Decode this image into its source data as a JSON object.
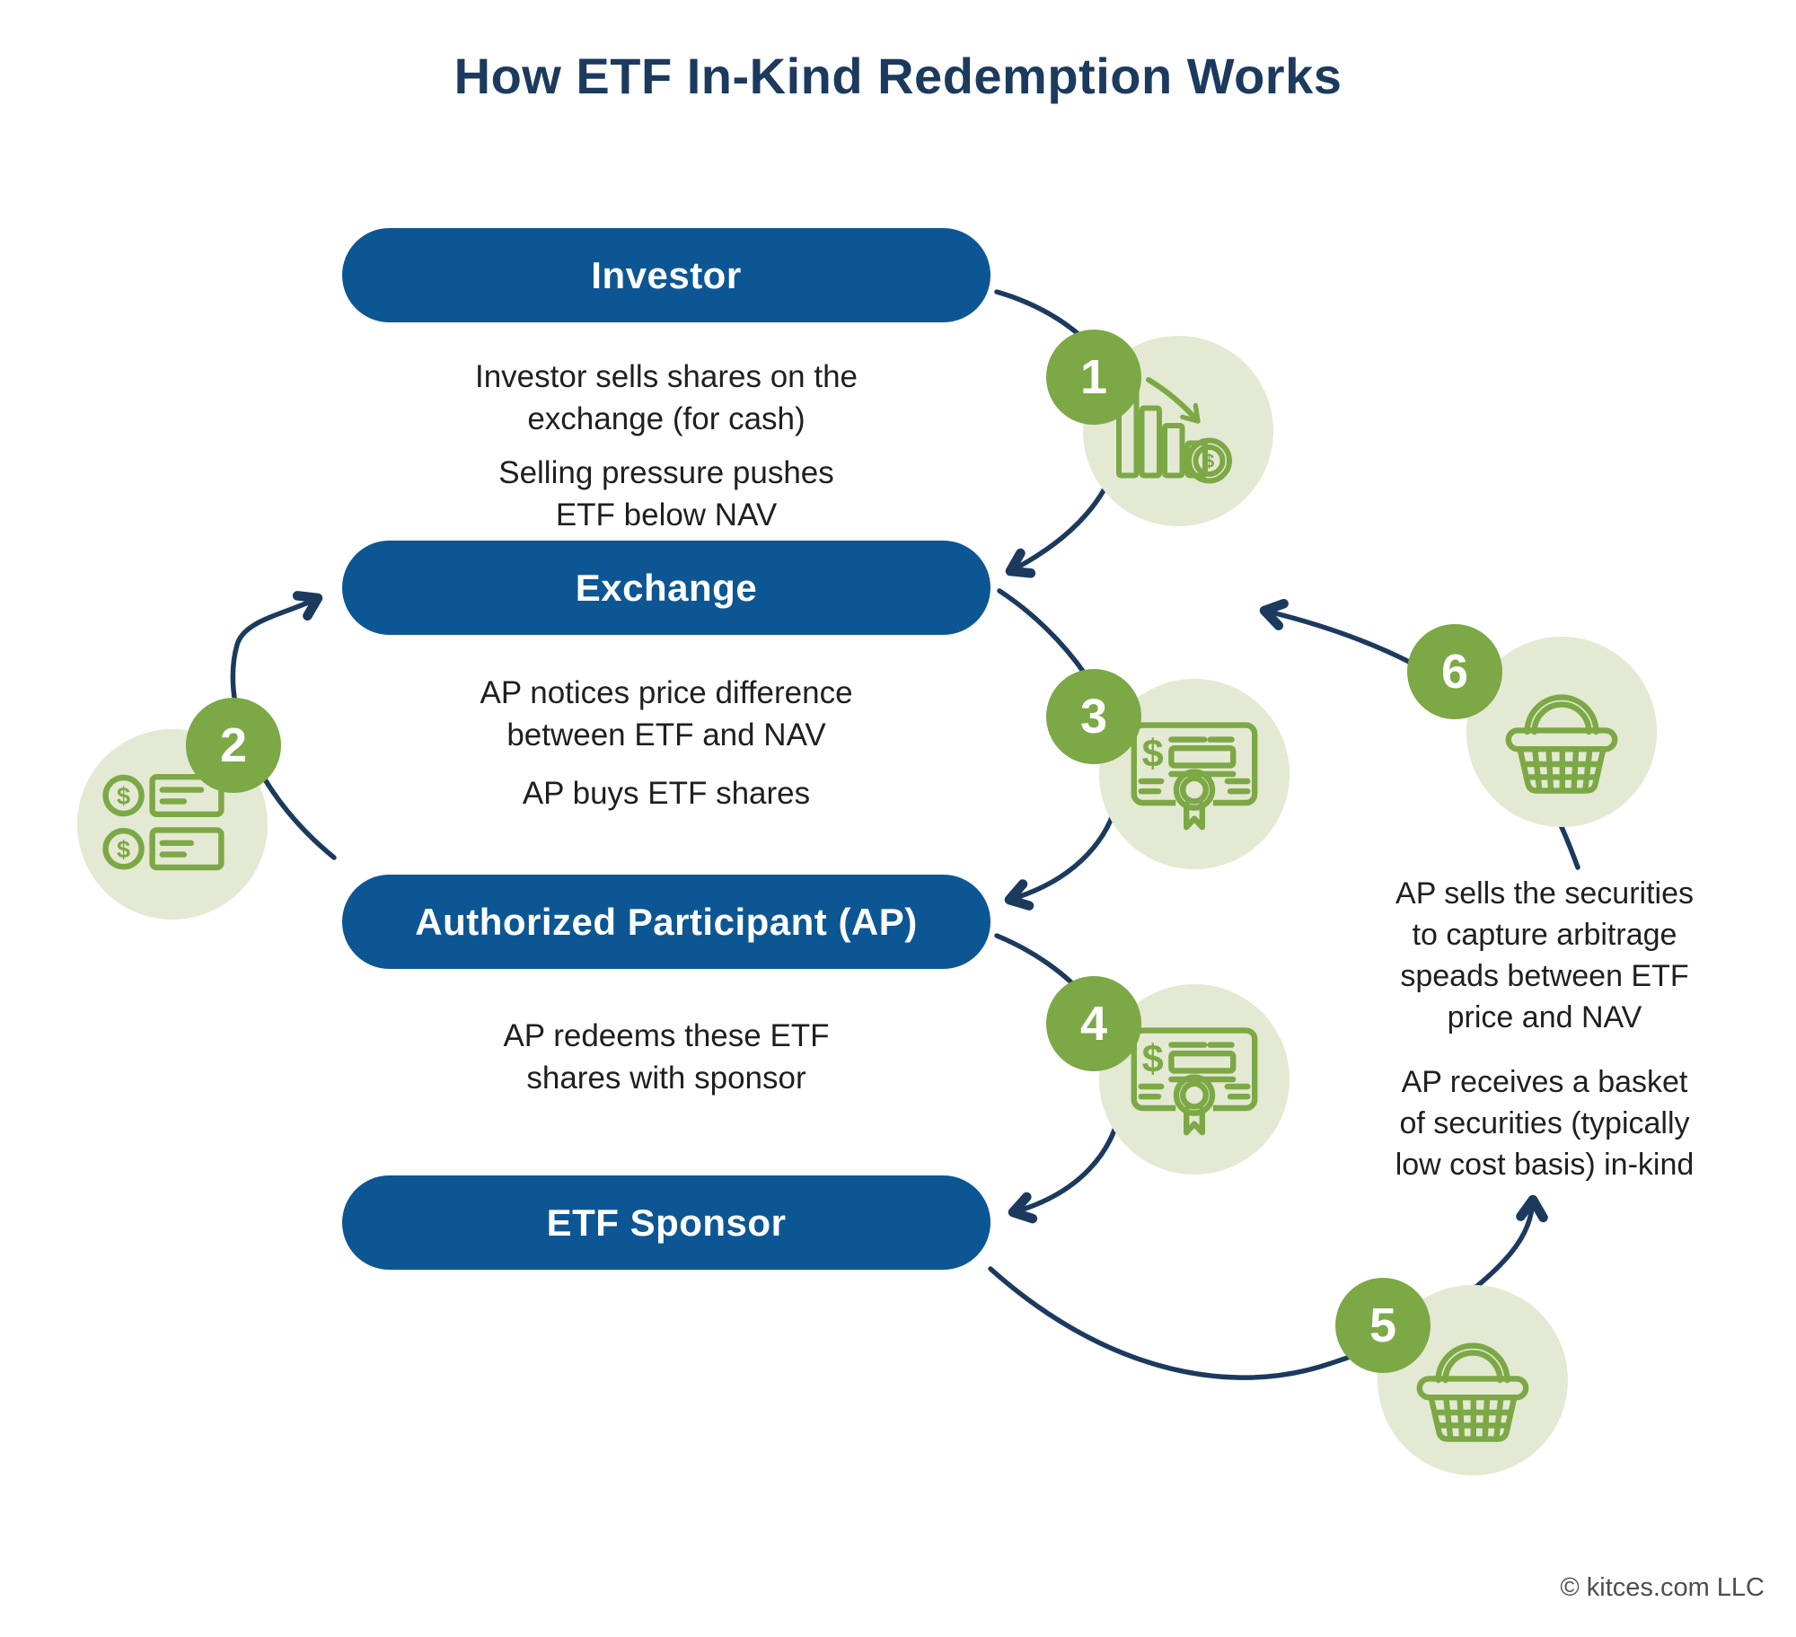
{
  "title": "How ETF In-Kind Redemption Works",
  "colors": {
    "navy": "#1b3a5e",
    "blue": "#0d5694",
    "green": "#7ca845",
    "light-green": "#e4e9d3",
    "text": "#1f1f1f",
    "muted": "#4d4d4d"
  },
  "nodes": [
    {
      "id": "investor",
      "label": "Investor"
    },
    {
      "id": "exchange",
      "label": "Exchange"
    },
    {
      "id": "ap",
      "label": "Authorized Participant (AP)"
    },
    {
      "id": "sponsor",
      "label": "ETF Sponsor"
    }
  ],
  "steps": [
    {
      "number": "1",
      "icon": "declining-chart-icon"
    },
    {
      "number": "2",
      "icon": "cash-receipts-icon"
    },
    {
      "number": "3",
      "icon": "stock-certificate-icon"
    },
    {
      "number": "4",
      "icon": "stock-certificate-icon"
    },
    {
      "number": "5",
      "icon": "basket-icon"
    },
    {
      "number": "6",
      "icon": "basket-icon"
    }
  ],
  "texts": {
    "investor_sell": {
      "l1": "Investor sells shares on the",
      "l2": "exchange (for cash)"
    },
    "selling_pressure": {
      "l1": "Selling pressure pushes",
      "l2": "ETF below NAV"
    },
    "ap_notices": {
      "l1": "AP notices price difference",
      "l2": "between ETF and NAV"
    },
    "ap_buys": {
      "l1": "AP buys ETF shares"
    },
    "ap_redeems": {
      "l1": "AP redeems these ETF",
      "l2": "shares with sponsor"
    },
    "ap_sells": {
      "l1": "AP sells the securities",
      "l2": "to capture arbitrage",
      "l3": "speads between ETF",
      "l4": "price and NAV"
    },
    "ap_receives": {
      "l1": "AP receives a basket",
      "l2": "of securities (typically",
      "l3": "low cost basis) in-kind"
    }
  },
  "footer": {
    "copyright": "© kitces.com LLC"
  }
}
